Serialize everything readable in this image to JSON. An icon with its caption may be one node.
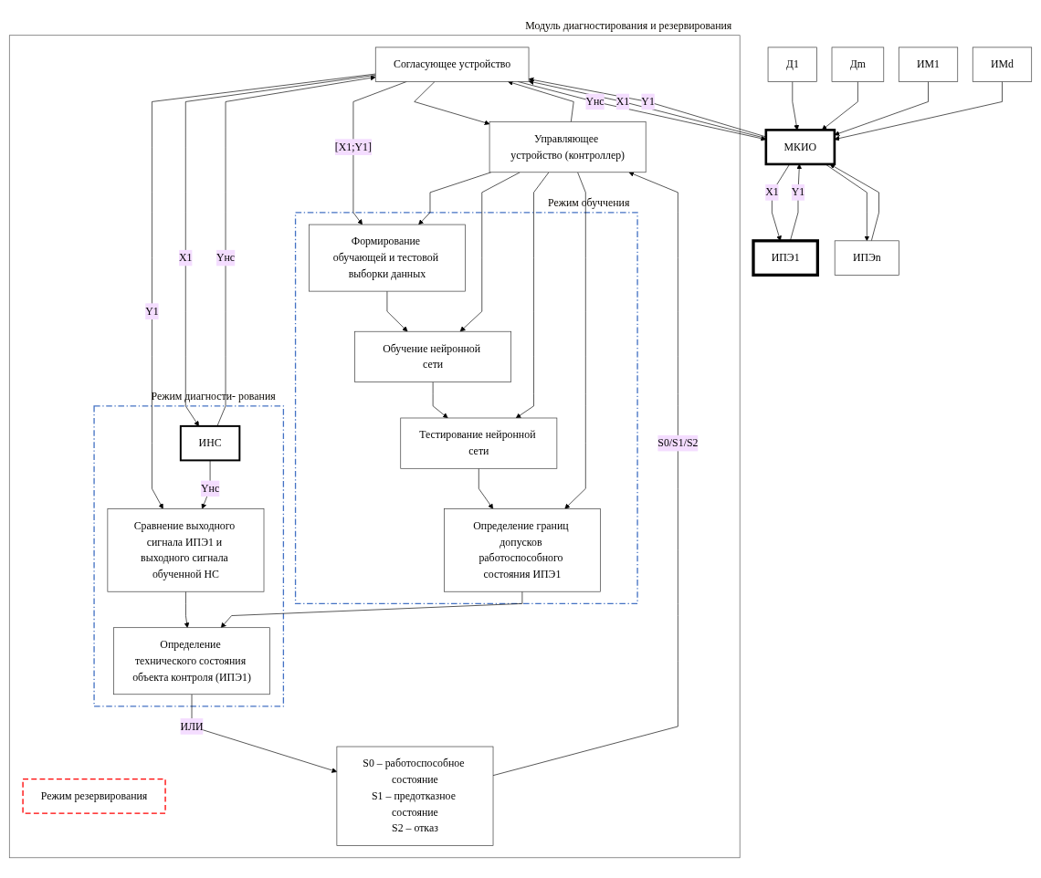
{
  "diagram": {
    "nodes": [
      {
        "text": [
          "Модуль диагностирования и резервирования"
        ]
      },
      {
        "text": [
          "Д1"
        ]
      },
      {
        "text": [
          "Дm"
        ]
      },
      {
        "text": [
          "ИПЭ1"
        ]
      },
      {
        "text": [
          "ИПЭn"
        ]
      },
      {
        "text": [
          "ИМ1"
        ]
      },
      {
        "text": [
          "ИМd"
        ]
      },
      {
        "text": [
          "МКИО"
        ]
      },
      {
        "text": [
          "Согласующее устройство"
        ],
        "in": 0
      },
      {
        "text": [
          "Управляющее устройство (контроллер)"
        ],
        "in": 0
      },
      {
        "text": [
          "Режим резервирования"
        ],
        "in": 0
      },
      {
        "text": [
          "Режим диагности- рования"
        ],
        "in": 0
      },
      {
        "text": [
          "ИНС"
        ],
        "in": 11
      },
      {
        "text": [
          "Сравнение выходного сигнала ИПЭ1 и выходного сигнала обученной НС"
        ],
        "in": 11
      },
      {
        "text": [
          "Определение технического состояния объекта контроля (ИПЭ1)"
        ],
        "in": 11
      },
      {
        "text": [
          "Режим обуччения"
        ],
        "in": 0
      },
      {
        "text": [
          "Формирование обучающей и тестовой выборки данных"
        ],
        "in": 15
      },
      {
        "text": [
          "Обучение нейронной сети"
        ],
        "in": 15
      },
      {
        "text": [
          "Тестирование нейронной сети"
        ],
        "in": 15
      },
      {
        "text": [
          "Определение границ допусков работоспособного состояния ИПЭ1"
        ],
        "in": 15
      },
      {
        "text": [
          "S0 – работоспособное состояние",
          "S1 – предотказное состояние",
          "S2 – отказ"
        ],
        "in": 0
      }
    ],
    "edges": [
      {
        "from": 1,
        "to": 7,
        "arrow": "to"
      },
      {
        "from": 2,
        "to": 7,
        "arrow": "to"
      },
      {
        "from": 7,
        "to": 3,
        "arrow": "to",
        "label": "X1"
      },
      {
        "from": 3,
        "to": 7,
        "arrow": "to",
        "label": "Y1"
      },
      {
        "from": 7,
        "to": 4,
        "arrow": "to"
      },
      {
        "from": 4,
        "to": 7,
        "arrow": "to"
      },
      {
        "from": 5,
        "to": 7,
        "arrow": "to"
      },
      {
        "from": 6,
        "to": 7,
        "arrow": "to"
      },
      {
        "from": 8,
        "to": 7,
        "arrow": "to",
        "label": "Yнс"
      },
      {
        "from": 7,
        "to": 8,
        "arrow": "to",
        "label": "X1"
      },
      {
        "from": 7,
        "to": 8,
        "arrow": "to",
        "label": "Y1"
      },
      {
        "from": 9,
        "to": 8,
        "arrow": "to"
      },
      {
        "from": 8,
        "to": 9,
        "arrow": "to"
      },
      {
        "from": 8,
        "to": 12,
        "arrow": "to",
        "label": "X1"
      },
      {
        "from": 12,
        "to": 8,
        "arrow": "to",
        "label": "Yнс"
      },
      {
        "from": 8,
        "to": 13,
        "arrow": "to",
        "label": "Y1"
      },
      {
        "from": 8,
        "to": 16,
        "arrow": "to",
        "label": "[X1;Y1]"
      },
      {
        "from": 12,
        "to": 13,
        "arrow": "to",
        "label": "Yнс"
      },
      {
        "from": 13,
        "to": 14,
        "arrow": "to"
      },
      {
        "from": 16,
        "to": 17,
        "arrow": "to"
      },
      {
        "from": 17,
        "to": 18,
        "arrow": "to"
      },
      {
        "from": 18,
        "to": 19,
        "arrow": "to"
      },
      {
        "from": 19,
        "to": 14,
        "arrow": "to"
      },
      {
        "from": 14,
        "to": 20,
        "arrow": "to",
        "label": "ИЛИ"
      },
      {
        "from": 20,
        "to": 9,
        "arrow": "to",
        "label": "S0/S1/S2"
      },
      {
        "from": 9,
        "to": 16,
        "arrow": "to"
      },
      {
        "from": 9,
        "to": 17,
        "arrow": "to"
      },
      {
        "from": 9,
        "to": 18,
        "arrow": "to"
      },
      {
        "from": 9,
        "to": 19,
        "arrow": "to"
      }
    ]
  }
}
